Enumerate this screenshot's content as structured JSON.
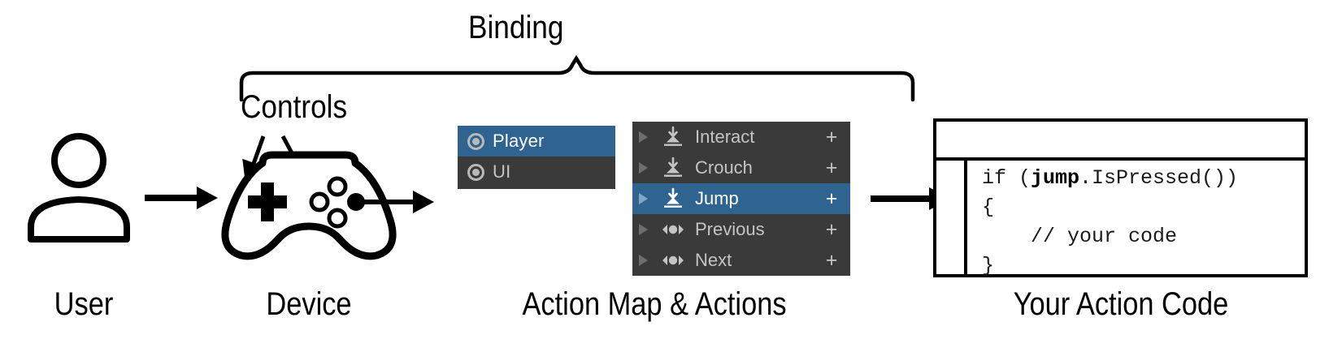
{
  "diagram": {
    "title_top": "Binding",
    "controls_label": "Controls"
  },
  "captions": {
    "user": "User",
    "device": "Device",
    "actions": "Action Map & Actions",
    "code": "Your Action Code"
  },
  "icons": {
    "user": "user-person-icon",
    "device": "gamepad-icon",
    "arrow": "right-arrow-icon",
    "brace": "curly-brace-icon",
    "actionmap": "target-radio-icon",
    "foldout": "foldout-triangle-icon",
    "button_action": "button-action-icon",
    "axis_action": "axis-1d-action-icon",
    "add": "plus-icon"
  },
  "action_maps": {
    "panel_name": "action-maps-panel",
    "items": [
      {
        "label": "Player",
        "selected": true
      },
      {
        "label": "UI",
        "selected": false
      }
    ]
  },
  "actions": {
    "panel_name": "actions-panel",
    "add_label": "+",
    "items": [
      {
        "label": "Interact",
        "type": "button",
        "selected": false
      },
      {
        "label": "Crouch",
        "type": "button",
        "selected": false
      },
      {
        "label": "Jump",
        "type": "button",
        "selected": true
      },
      {
        "label": "Previous",
        "type": "axis",
        "selected": false
      },
      {
        "label": "Next",
        "type": "axis",
        "selected": false
      }
    ]
  },
  "code_window": {
    "name": "your-action-code-window",
    "title_bar_text": "",
    "lines": [
      {
        "pre": "if (",
        "bold": "jump",
        "post": ".IsPressed())"
      },
      {
        "pre": "{",
        "bold": "",
        "post": ""
      },
      {
        "pre": "    // your code",
        "bold": "",
        "post": ""
      },
      {
        "pre": "}",
        "bold": "",
        "post": ""
      }
    ]
  },
  "colors": {
    "selection_blue": "#2f6390",
    "panel_dark": "#3a3a3a",
    "panel_text": "#c4c4c4",
    "stroke_black": "#000000"
  }
}
